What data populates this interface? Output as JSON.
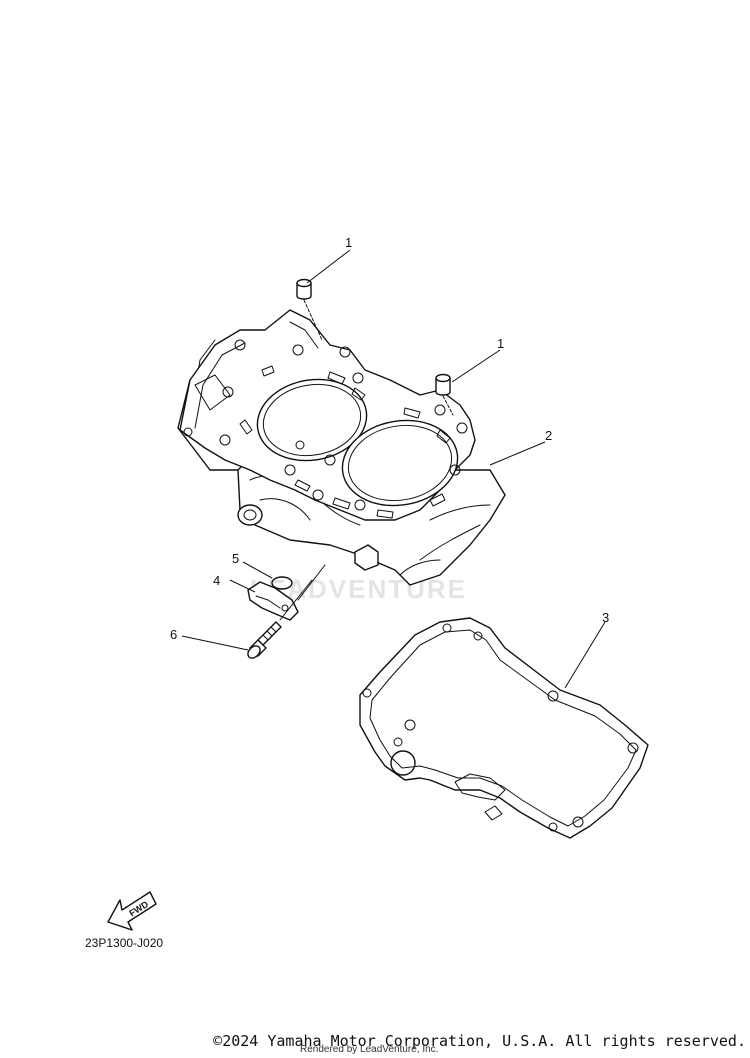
{
  "callouts": [
    {
      "id": "1a",
      "label": "1"
    },
    {
      "id": "1b",
      "label": "1"
    },
    {
      "id": "2",
      "label": "2"
    },
    {
      "id": "3",
      "label": "3"
    },
    {
      "id": "4",
      "label": "4"
    },
    {
      "id": "5",
      "label": "5"
    },
    {
      "id": "6",
      "label": "6"
    }
  ],
  "fwd_label": "FWD",
  "part_code": "23P1300-J020",
  "watermark": "LEADVENTURE",
  "copyright": "©2024 Yamaha Motor Corporation, U.S.A. All rights reserved.",
  "rendered_by": "Rendered by LeadVenture, Inc."
}
